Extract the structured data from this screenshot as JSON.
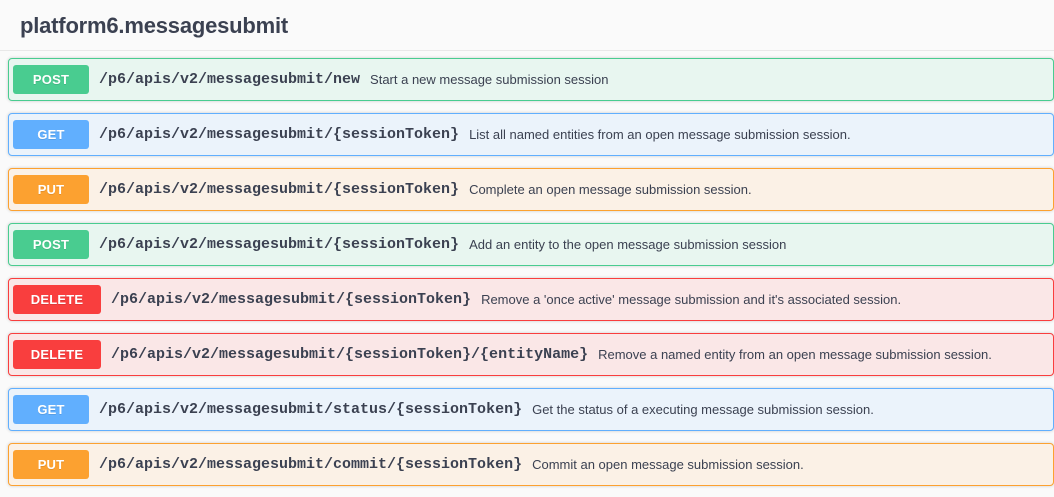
{
  "tag": {
    "title": "platform6.messagesubmit"
  },
  "colors": {
    "post": "#49cc90",
    "get": "#61affe",
    "put": "#fca130",
    "delete": "#f93e3e",
    "post_bg": "#e8f6f0",
    "get_bg": "#ebf3fb",
    "put_bg": "#fbf1e6",
    "delete_bg": "#fae7e7",
    "text": "#3b4151",
    "page_bg": "#fafafa"
  },
  "operations": [
    {
      "method": "POST",
      "path": "/p6/apis/v2/messagesubmit/new",
      "description": "Start a new message submission session"
    },
    {
      "method": "GET",
      "path": "/p6/apis/v2/messagesubmit/{sessionToken}",
      "description": "List all named entities from an open message submission session."
    },
    {
      "method": "PUT",
      "path": "/p6/apis/v2/messagesubmit/{sessionToken}",
      "description": "Complete an open message submission session."
    },
    {
      "method": "POST",
      "path": "/p6/apis/v2/messagesubmit/{sessionToken}",
      "description": "Add an entity to the open message submission session"
    },
    {
      "method": "DELETE",
      "path": "/p6/apis/v2/messagesubmit/{sessionToken}",
      "description": "Remove a 'once active' message submission and it's associated session."
    },
    {
      "method": "DELETE",
      "path": "/p6/apis/v2/messagesubmit/{sessionToken}/{entityName}",
      "description": "Remove a named entity from an open message submission session."
    },
    {
      "method": "GET",
      "path": "/p6/apis/v2/messagesubmit/status/{sessionToken}",
      "description": "Get the status of a executing message submission session."
    },
    {
      "method": "PUT",
      "path": "/p6/apis/v2/messagesubmit/commit/{sessionToken}",
      "description": "Commit an open message submission session."
    }
  ]
}
